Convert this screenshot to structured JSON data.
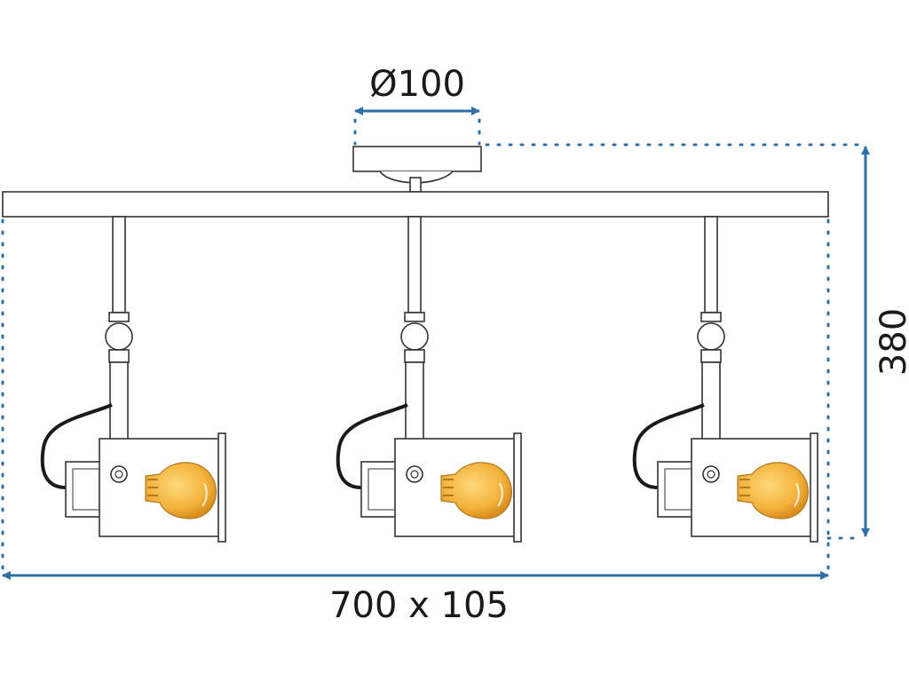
{
  "dimensions": {
    "diameter_label": "Ø100",
    "height_label": "380",
    "width_label": "700 x 105"
  },
  "colors": {
    "dimension_line": "#2f6fa6",
    "outline": "#333333",
    "bulb_fill": "#f3b23c",
    "cable": "#1a1a1a"
  },
  "lamp": {
    "spotlight_count": 3
  }
}
